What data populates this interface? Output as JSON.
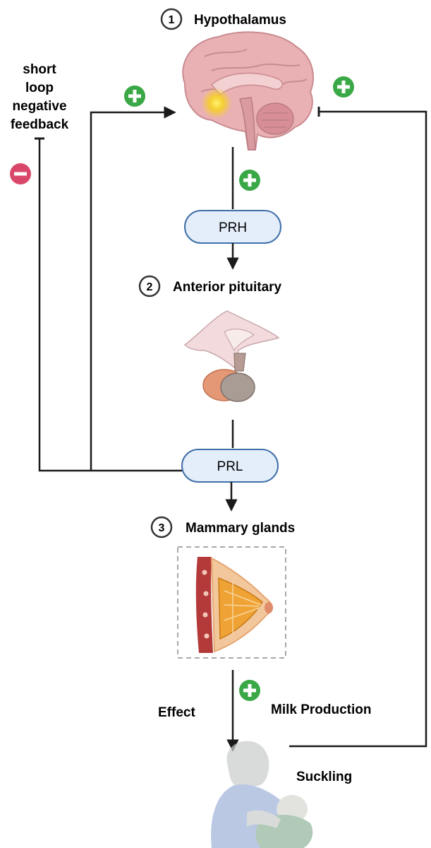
{
  "steps": [
    {
      "number": "1",
      "label": "Hypothalamus"
    },
    {
      "number": "2",
      "label": "Anterior pituitary"
    },
    {
      "number": "3",
      "label": "Mammary glands"
    }
  ],
  "hormones": {
    "first": "PRH",
    "second": "PRL"
  },
  "feedback": {
    "line1": "short",
    "line2": "loop",
    "line3": "negative",
    "line4": "feedback"
  },
  "effect": {
    "left": "Effect",
    "right": "Milk Production"
  },
  "stimulus": {
    "label": "Suckling"
  },
  "icons": {
    "plus": "plus-circle-icon",
    "minus": "minus-circle-icon"
  },
  "colors": {
    "plus": "#3aa846",
    "minus": "#d9476a",
    "pill_fill": "#e4eefa",
    "pill_stroke": "#3f6fa8",
    "line": "#1a1a1a"
  }
}
